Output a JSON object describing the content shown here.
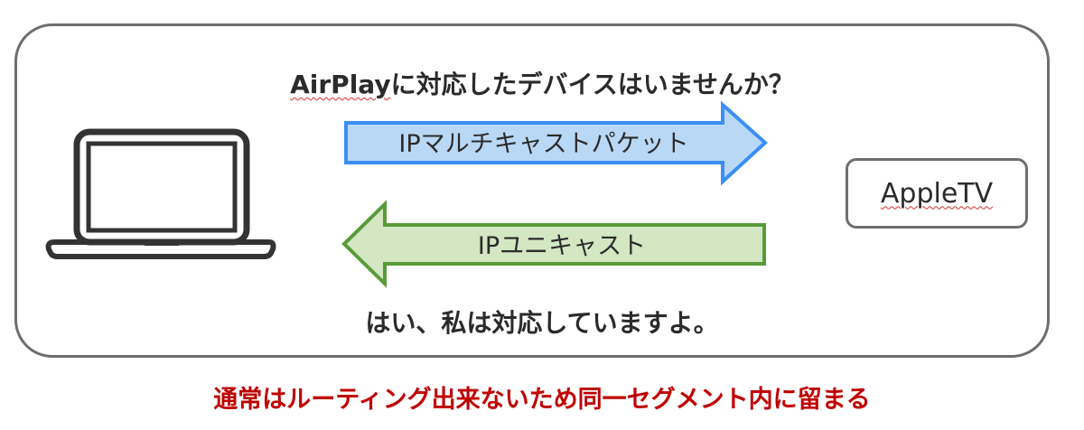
{
  "question": {
    "airplay": "AirPlay",
    "rest": "に対応したデバイスはいませんか？"
  },
  "arrow_right": {
    "label": "IPマルチキャストパケット",
    "fill": "#b9d8f5",
    "stroke": "#3b8ff5"
  },
  "arrow_left": {
    "label": "IPユニキャスト",
    "fill": "#d2e7c2",
    "stroke": "#5a9a3a"
  },
  "appletv": {
    "label": "AppleTV"
  },
  "answer": {
    "text": "はい、私は対応していますよ。"
  },
  "caption": {
    "text": "通常はルーティング出来ないため同一セグメント内に留まる",
    "color": "#c00000"
  },
  "icons": {
    "laptop": "laptop-icon"
  }
}
